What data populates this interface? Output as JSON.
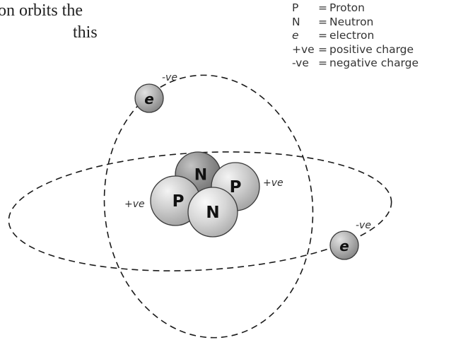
{
  "intro_text": {
    "line1": "on orbits the",
    "line2": "this"
  },
  "legend": [
    {
      "symbol": "P",
      "meaning": "Proton"
    },
    {
      "symbol": "N",
      "meaning": "Neutron"
    },
    {
      "symbol": "e",
      "meaning": "electron"
    },
    {
      "symbol": "+ve",
      "meaning": "positive charge"
    },
    {
      "symbol": "-ve",
      "meaning": "negative charge"
    }
  ],
  "legend_equals": "=",
  "diagram": {
    "nucleus": {
      "neutron_back": "N",
      "proton_left": "P",
      "proton_right": "P",
      "neutron_front": "N"
    },
    "electron_top": "e",
    "electron_right": "e",
    "charge_top_electron": "-ve",
    "charge_right_electron": "-ve",
    "charge_left_proton": "+ve",
    "charge_right_proton": "+ve"
  }
}
